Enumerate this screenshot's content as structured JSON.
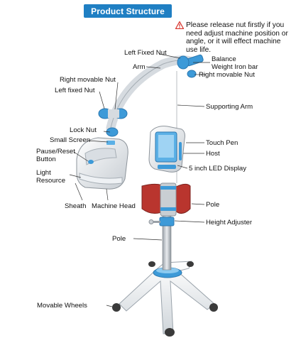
{
  "title": "Product Structure",
  "colors": {
    "title_bg": "#1f7fc3",
    "accent_blue": "#3d9ad8",
    "light_blue": "#8ccaf0",
    "device_white": "#f3f5f7",
    "device_grey": "#c9ced3",
    "lamp_red": "#b9352e",
    "warning_red": "#d8332b",
    "wheel_dark": "#3a3a3a"
  },
  "note": {
    "icon": "warning-triangle-icon",
    "text": "Please release nut firstly if you need adjust machine position or angle, or it will effect machine use life."
  },
  "labels": {
    "left_fixed_nut_top": "Left Fixed Nut",
    "arm": "Arm",
    "balance_weight": "Balance\nWeight Iron bar",
    "right_movable_nut_top": "Right movable Nut",
    "right_movable_nut_left": "Right movable Nut",
    "left_fixed_nut_left": "Left fixed Nut",
    "supporting_arm": "Supporting Arm",
    "lock_nut": "Lock Nut",
    "small_screen": "Small Screen",
    "pause_reset": "Pause/Reset\nButton",
    "light_resource": "Light\nResource",
    "touch_pen": "Touch Pen",
    "host": "Host",
    "led_display": "5 inch LED Display",
    "sheath": "Sheath",
    "machine_head": "Machine Head",
    "pole_right": "Pole",
    "height_adjuster": "Height Adjuster",
    "pole_left": "Pole",
    "movable_wheels": "Movable Wheels"
  }
}
